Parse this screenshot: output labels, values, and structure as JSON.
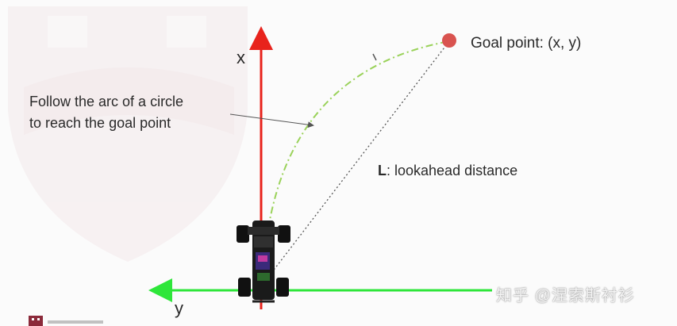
{
  "axes": {
    "x_label": "x",
    "y_label": "y",
    "x_color": "#e8231c",
    "y_color": "#2ee63a"
  },
  "goal": {
    "label": "Goal point: (x, y)",
    "color": "#d9534f"
  },
  "arc_note": {
    "line1": "Follow the arc of a circle",
    "line2": "to reach the goal point"
  },
  "lookahead": {
    "symbol": "L",
    "text": ": lookahead distance"
  },
  "arc_color": "#9ad25a",
  "watermark": "知乎 @涅索斯衬衫"
}
